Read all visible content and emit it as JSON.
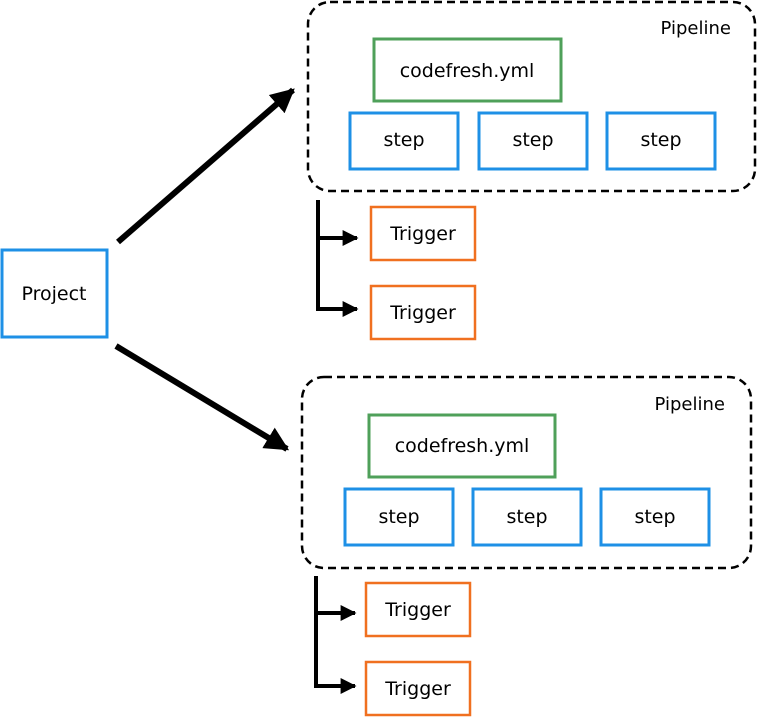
{
  "colors": {
    "project_border": "#1e90e6",
    "step_border": "#1e90e6",
    "yml_border": "#4fa05a",
    "trigger_border": "#f07020",
    "pipeline_border": "#000000",
    "arrow": "#000000"
  },
  "project": {
    "label": "Project"
  },
  "pipelines": [
    {
      "label": "Pipeline",
      "yml_label": "codefresh.yml",
      "steps": [
        {
          "label": "step"
        },
        {
          "label": "step"
        },
        {
          "label": "step"
        }
      ],
      "triggers": [
        {
          "label": "Trigger"
        },
        {
          "label": "Trigger"
        }
      ]
    },
    {
      "label": "Pipeline",
      "yml_label": "codefresh.yml",
      "steps": [
        {
          "label": "step"
        },
        {
          "label": "step"
        },
        {
          "label": "step"
        }
      ],
      "triggers": [
        {
          "label": "Trigger"
        },
        {
          "label": "Trigger"
        }
      ]
    }
  ]
}
